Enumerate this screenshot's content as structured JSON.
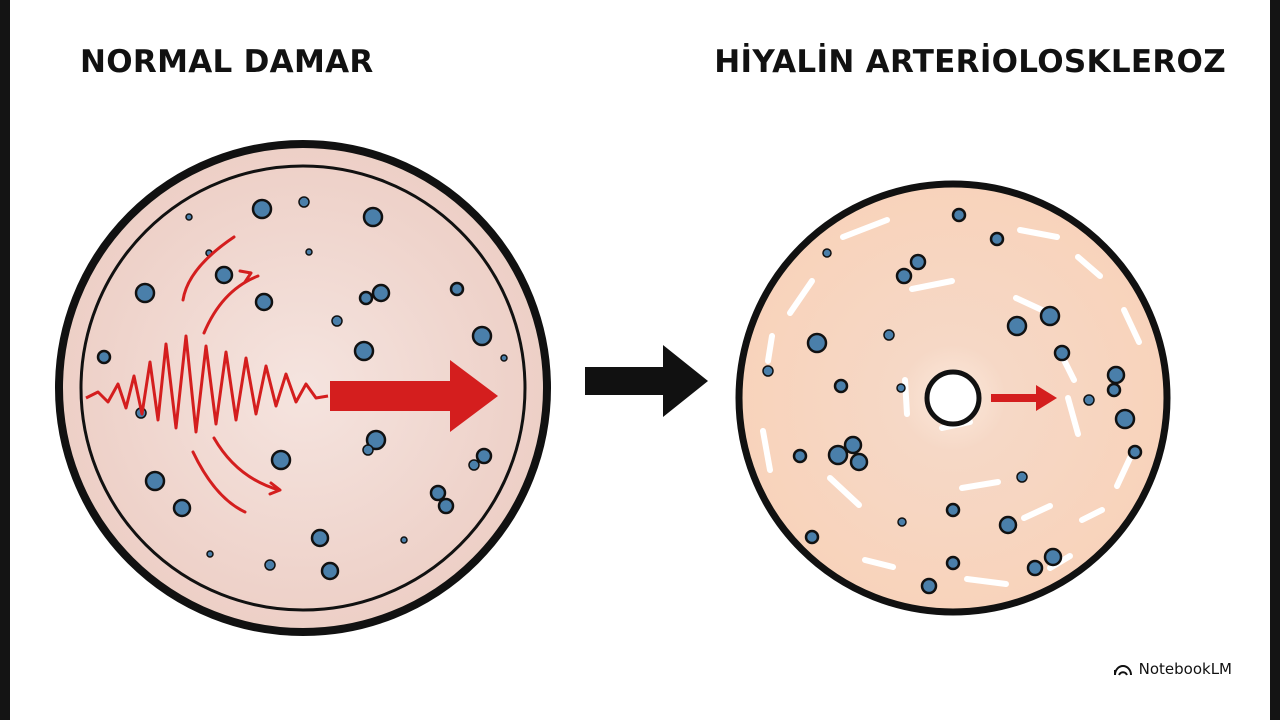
{
  "titles": {
    "left": "NORMAL DAMAR",
    "right": "HİYALİN ARTERİOLOSKLEROZ"
  },
  "watermark": {
    "text": "NotebookLM",
    "icon": "notebooklm-logo-icon"
  },
  "icons": {
    "flow_arrow": "arrow-right-icon",
    "transition_arrow": "arrow-right-icon",
    "turbulence": "wave-icon"
  },
  "colors": {
    "outline": "#111111",
    "normal_wall": "#f0d3ca",
    "hyaline_wall": "#f8d6c1",
    "flow_red": "#d41e1e",
    "cell_blue": "#4a7faa"
  }
}
